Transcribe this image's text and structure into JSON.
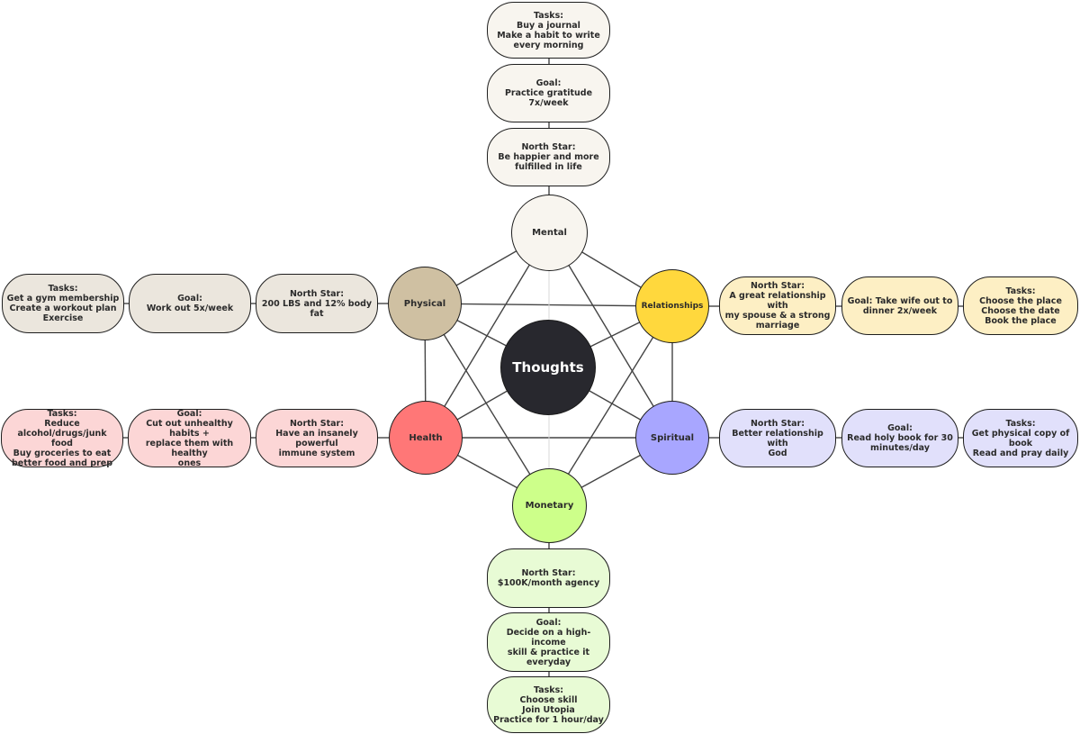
{
  "center": {
    "label": "Thoughts",
    "color": "#28282e"
  },
  "categories": [
    {
      "id": "mental",
      "label": "Mental",
      "color": "#f8f5ef"
    },
    {
      "id": "physical",
      "label": "Physical",
      "color": "#cfc0a2"
    },
    {
      "id": "relationships",
      "label": "Relationships",
      "color": "#ffd83d"
    },
    {
      "id": "health",
      "label": "Health",
      "color": "#ff7777"
    },
    {
      "id": "spiritual",
      "label": "Spiritual",
      "color": "#a8a6ff"
    },
    {
      "id": "monetary",
      "label": "Monetary",
      "color": "#cdff8a"
    }
  ],
  "branches": {
    "mental": {
      "color": "#f8f5ef",
      "north_star": "North Star:\nBe happier and more\nfulfilled in life",
      "goal": "Goal:\nPractice gratitude 7x/week",
      "tasks": "Tasks:\nBuy a journal\nMake a habit to write\nevery morning"
    },
    "physical": {
      "color": "#ebe6dd",
      "north_star": "North Star:\n200 LBS and 12% body fat",
      "goal": "Goal:\nWork out 5x/week",
      "tasks": "Tasks:\nGet a gym membership\nCreate a workout plan\nExercise"
    },
    "relationships": {
      "color": "#fdefc4",
      "north_star": "North Star:\nA great relationship with\nmy spouse & a strong\nmarriage",
      "goal": "Goal: Take wife out to\ndinner 2x/week",
      "tasks": "Tasks:\nChoose the place\nChoose the date\nBook the place"
    },
    "health": {
      "color": "#fcd6d6",
      "north_star": "North Star:\nHave an insanely powerful\nimmune system",
      "goal": "Goal:\nCut out unhealthy habits +\nreplace them with healthy\nones",
      "tasks": "Tasks:\nReduce alcohol/drugs/junk\nfood\nBuy groceries to eat\nbetter food and prep"
    },
    "spiritual": {
      "color": "#e1e0fb",
      "north_star": "North Star:\nBetter relationship with\nGod",
      "goal": "Goal:\nRead holy book for 30\nminutes/day",
      "tasks": "Tasks:\nGet physical copy of\nbook\nRead and pray daily"
    },
    "monetary": {
      "color": "#e8fbd5",
      "north_star": "North Star:\n$100K/month agency",
      "goal": "Goal:\nDecide on a high-income\nskill & practice it everyday",
      "tasks": "Tasks:\nChoose skill\nJoin Utopia\nPractice for 1 hour/day"
    }
  }
}
